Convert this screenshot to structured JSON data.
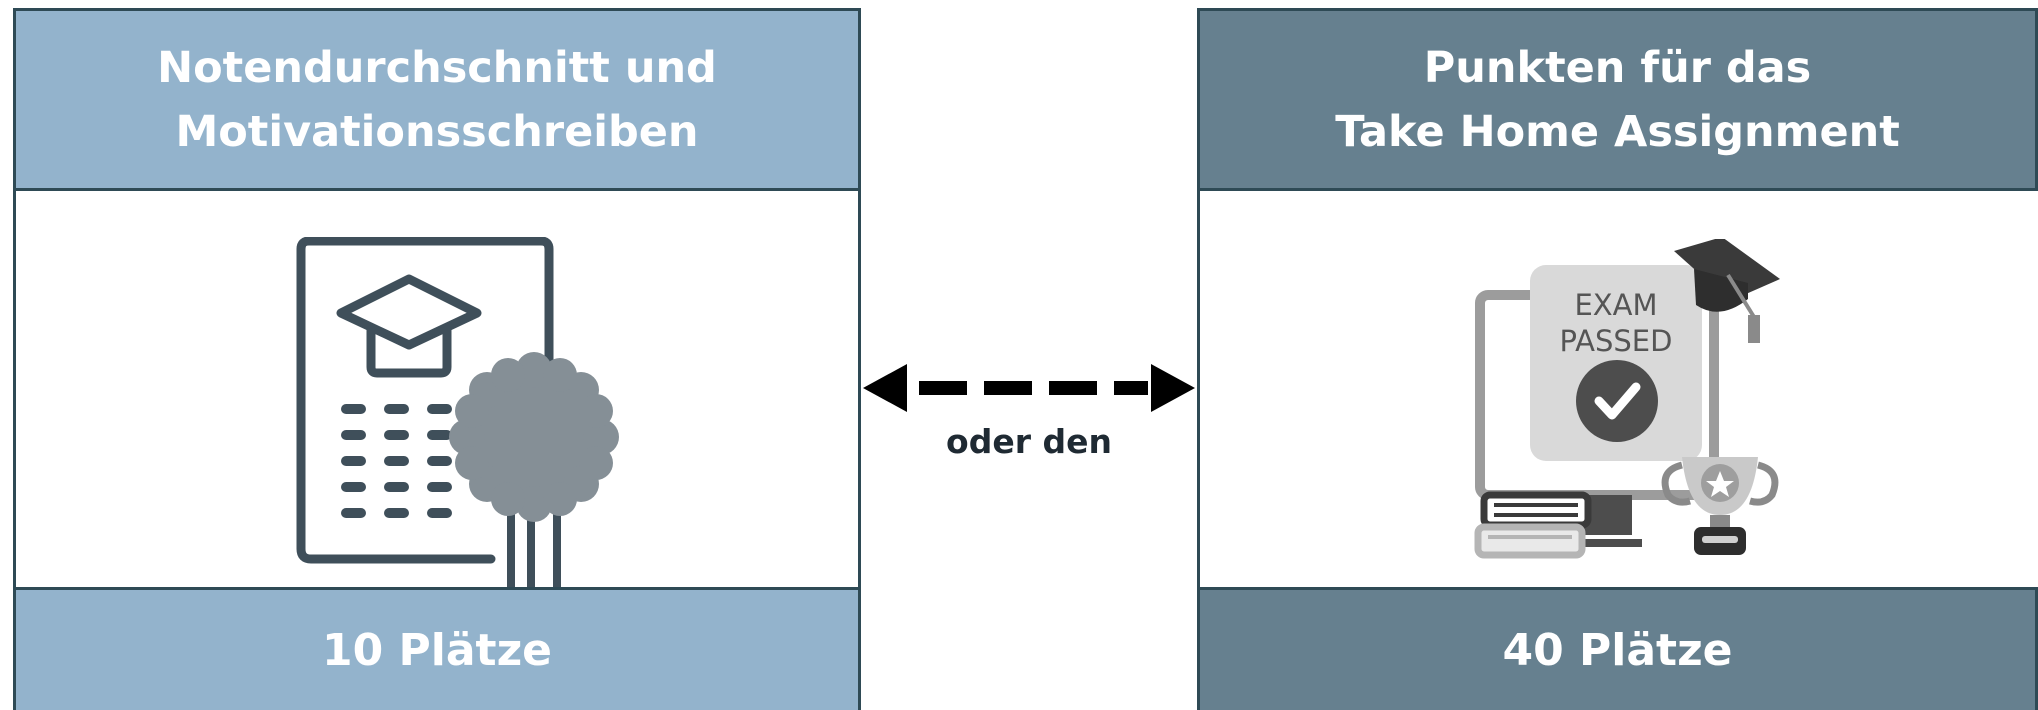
{
  "colors": {
    "left_header": "#93b3cc",
    "right_header": "#66808f",
    "border": "#2e4a55",
    "icon_dark": "#3f4f5a",
    "seal": "#858f96"
  },
  "left_box": {
    "title_line1": "Notendurchschnitt und",
    "title_line2": "Motivationsschreiben",
    "icon": "certificate-with-graduation-cap-icon",
    "footer": "10 Plätze"
  },
  "connector": {
    "label": "oder den",
    "icon": "double-headed-dashed-arrow"
  },
  "right_box": {
    "title_line1": "Punkten für das",
    "title_line2": "Take Home Assignment",
    "icon": "exam-passed-monitor-icon",
    "icon_text_line1": "EXAM",
    "icon_text_line2": "PASSED",
    "footer": "40 Plätze"
  }
}
